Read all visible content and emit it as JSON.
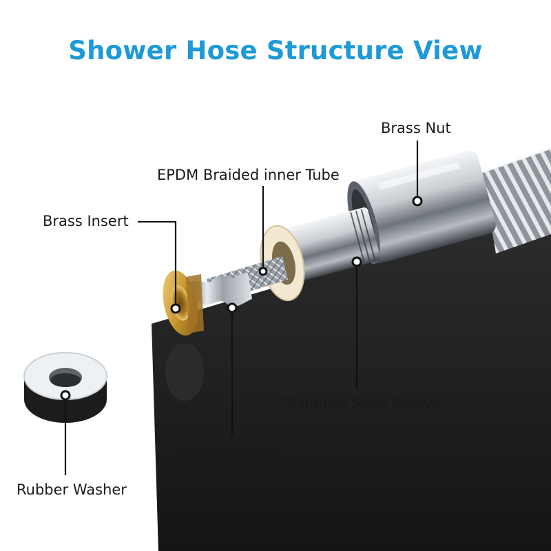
{
  "title": "Shower Hose Structure View",
  "colors": {
    "title": "#1E9AD6",
    "leader": "#111111",
    "brass": "#C8962E",
    "chrome": "#C9CDD2",
    "washer_top": "#EEF1F3",
    "washer_base": "#1C1C1C",
    "braid": "#B8BDC3",
    "epdm_ring": "#F3E9D2"
  },
  "labels": {
    "brass_nut": "Brass Nut",
    "epdm_tube": "EPDM Braided inner Tube",
    "brass_insert": "Brass Insert",
    "stainless_sleeve": "Stainless Steel Sleeve",
    "stainless_steel": "Stainless Steel",
    "rubber_washer": "Rubber Washer"
  }
}
